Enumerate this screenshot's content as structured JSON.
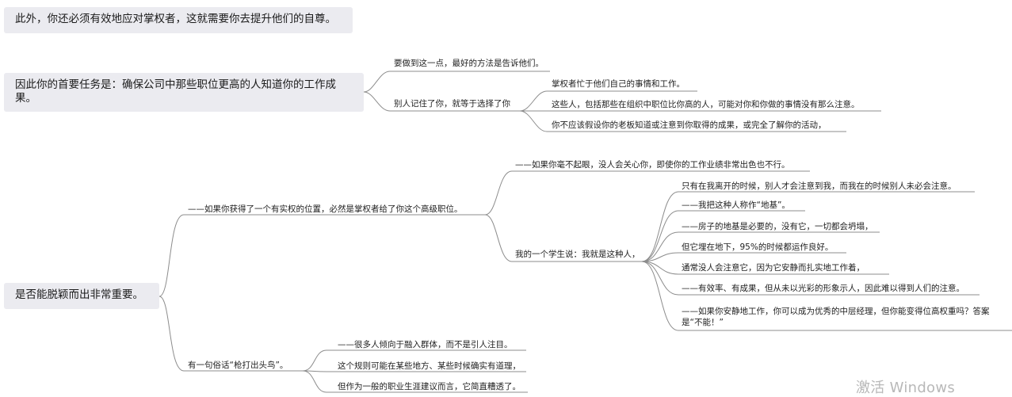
{
  "roots": {
    "r1": "此外，你还必须有效地应对掌权者，这就需要你去提升他们的自尊。",
    "r2": "因此你的首要任务是：确保公司中那些职位更高的人知道你的工作成果。",
    "r3": "是否能脱颖而出非常重要。"
  },
  "branch2": {
    "a": "要做到这一点，最好的方法是告诉他们。",
    "b": "别人记住了你，就等于选择了你",
    "b_children": [
      "掌权者忙于他们自己的事情和工作。",
      "这些人，包括那些在组织中职位比你高的人，可能对你和你做的事情没有那么注意。",
      "你不应该假设你的老板知道或注意到你取得的成果，或完全了解你的活动，"
    ]
  },
  "branch3": {
    "a": "——如果你获得了一个有实权的位置，必然是掌权者给了你这个高级职位。",
    "a1": "——如果你毫不起眼，没人会关心你，即使你的工作业绩非常出色也不行。",
    "a2": "我的一个学生说：我就是这种人，",
    "a2_children": [
      "只有在我离开的时候，别人才会注意到我，而我在的时候别人未必会注意。",
      "——我把这种人称作“地基”。",
      "——房子的地基是必要的，没有它，一切都会坍塌，",
      "但它埋在地下，95%的时候都运作良好。",
      "通常没人会注意它，因为它安静而扎实地工作着，",
      "——有效率、有成果，但从未以光彩的形象示人，因此难以得到人们的注意。",
      "——如果你安静地工作，你可以成为优秀的中层经理，但你能变得位高权重吗？答案是“不能！”"
    ],
    "b": "有一句俗话“枪打出头鸟”。",
    "b_children": [
      "——很多人倾向于融入群体，而不是引人注目。",
      "这个规则可能在某些地方、某些时候确实有道理，",
      "但作为一般的职业生涯建议而言，它简直糟透了。"
    ]
  },
  "watermark": "激活 Windows"
}
